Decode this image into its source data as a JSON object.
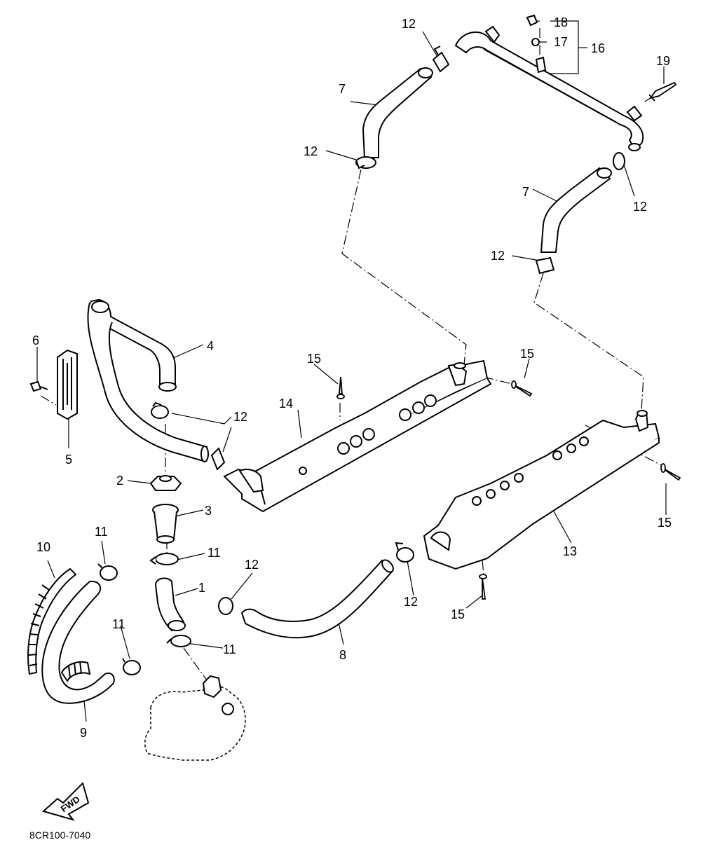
{
  "diagram_code": "8CR100-7040",
  "fwd_label": "FWD",
  "labels": {
    "l1": "1",
    "l2": "2",
    "l3": "3",
    "l4": "4",
    "l5": "5",
    "l6": "6",
    "l7a": "7",
    "l7b": "7",
    "l8": "8",
    "l9": "9",
    "l10": "10",
    "l11a": "11",
    "l11b": "11",
    "l11c": "11",
    "l11d": "11",
    "l12a": "12",
    "l12b": "12",
    "l12c": "12",
    "l12d": "12",
    "l12e": "12",
    "l12f": "12",
    "l12g": "12",
    "l13": "13",
    "l14": "14",
    "l15a": "15",
    "l15b": "15",
    "l15c": "15",
    "l15d": "15",
    "l16": "16",
    "l17": "17",
    "l18": "18",
    "l19": "19"
  }
}
